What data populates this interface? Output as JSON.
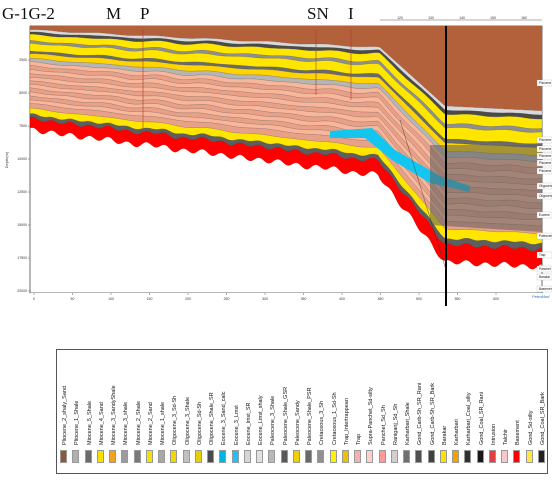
{
  "wells": [
    {
      "label": "G-1G-2"
    },
    {
      "label": "M"
    },
    {
      "label": "P"
    },
    {
      "label": "SN"
    },
    {
      "label": "I"
    }
  ],
  "section": {
    "x_ticks": [
      "0",
      "50",
      "100",
      "150",
      "200",
      "250",
      "300",
      "350",
      "400",
      "450",
      "500",
      "550",
      "600"
    ],
    "y_ticks": [
      "2500",
      "5000",
      "7500",
      "10000",
      "12500",
      "15000",
      "17500",
      "20000"
    ],
    "y_axis_label": "Depth(m)",
    "top_scale": [
      "120",
      "130",
      "140",
      "150",
      "160"
    ],
    "right_labels": [
      "Pliocene",
      "Pliocene",
      "Pliocene",
      "Pliocene",
      "Pliocene",
      "Pliocene",
      "Oligocene",
      "Oligocene",
      "Eocene",
      "Paleocene",
      "Trap",
      "Panchet",
      "Barakar",
      "Basement"
    ],
    "logo_text": "PetroMod"
  },
  "legend": {
    "items": [
      {
        "label": "Pliocene_2_shaly_Sand",
        "color": "#8b5a3c"
      },
      {
        "label": "Pliocene_1_Shale",
        "color": "#b0b0b0"
      },
      {
        "label": "Miocene_5_Shale",
        "color": "#6b6b6b"
      },
      {
        "label": "Miocene_4_Sand",
        "color": "#f5e100"
      },
      {
        "label": "Miocene_3_SandyShale",
        "color": "#f4a020"
      },
      {
        "label": "Miocene_3_shale",
        "color": "#9c9c9c"
      },
      {
        "label": "Miocene_2_Shale",
        "color": "#7a7a7a"
      },
      {
        "label": "Miocene_2_Sand",
        "color": "#f2e300"
      },
      {
        "label": "Miocene_1_shale",
        "color": "#a8a8a8"
      },
      {
        "label": "Oligocene_3_Sd-Sh",
        "color": "#f0d800"
      },
      {
        "label": "Oligocene_3_Shale",
        "color": "#c0c0c0"
      },
      {
        "label": "Oligocene_Sd-Sh",
        "color": "#e6d000"
      },
      {
        "label": "Oligocene_Shale_SR",
        "color": "#4a4a4a"
      },
      {
        "label": "Eocene_3_Sand_calc",
        "color": "#00b4e6"
      },
      {
        "label": "Eocene_3_Lmst",
        "color": "#20c0ff"
      },
      {
        "label": "Eocene_lmst_SR",
        "color": "#d6d6d6"
      },
      {
        "label": "Eocene_Lmst_shaly",
        "color": "#e0e0e0"
      },
      {
        "label": "Paleocene_3_Shale",
        "color": "#b8b8b8"
      },
      {
        "label": "Paleocene_Shale_GSR",
        "color": "#585858"
      },
      {
        "label": "Paleocene_Sandy",
        "color": "#f2d000"
      },
      {
        "label": "Paleocene_Shale_PSR",
        "color": "#686868"
      },
      {
        "label": "Cretaceous_3_Sh",
        "color": "#909090"
      },
      {
        "label": "Cretaceous_1_Sd-Sh",
        "color": "#fff200"
      },
      {
        "label": "Trap_Intertrappean",
        "color": "#f0c000"
      },
      {
        "label": "Trap",
        "color": "#f7b0b0"
      },
      {
        "label": "Supra-Panchet_Sd-silty",
        "color": "#ffd0d0"
      },
      {
        "label": "Panchet_Sd_Sh",
        "color": "#ff9a9a"
      },
      {
        "label": "Raniganj_Sd_Sh",
        "color": "#d0d0d0"
      },
      {
        "label": "Karharbari_Shale",
        "color": "#707070"
      },
      {
        "label": "Gond_Carb-Sh_SR_Rani",
        "color": "#505050"
      },
      {
        "label": "Gond_Carb-Sh_SR_Bark",
        "color": "#404040"
      },
      {
        "label": "Barakar",
        "color": "#ffe000"
      },
      {
        "label": "Karharbari",
        "color": "#f5a000"
      },
      {
        "label": "Karharbari_Coal_silty",
        "color": "#303030"
      },
      {
        "label": "Gond_Coal_SR_Rani",
        "color": "#181818"
      },
      {
        "label": "Intrusion",
        "color": "#e04040"
      },
      {
        "label": "Talchir",
        "color": "#f8c8c8"
      },
      {
        "label": "Basement",
        "color": "#ff0000"
      },
      {
        "label": "Gond_Sd-silty",
        "color": "#ffe840"
      },
      {
        "label": "Gond_Coal_SR_Bark",
        "color": "#202020"
      }
    ]
  }
}
